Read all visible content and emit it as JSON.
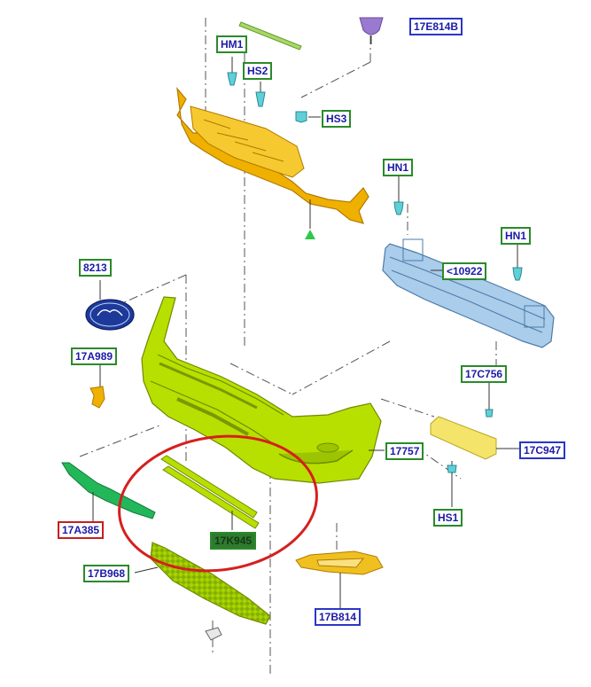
{
  "labels": {
    "hm1": "HM1",
    "hs2": "HS2",
    "e814b": "17E814B",
    "hs3": "HS3",
    "hn1_top": "HN1",
    "hn1_right": "HN1",
    "p8213": "8213",
    "p10922": "<10922",
    "a989": "17A989",
    "c756": "17C756",
    "p17757": "17757",
    "c947": "17C947",
    "a385": "17A385",
    "k945": "17K945",
    "hs1": "HS1",
    "b968": "17B968",
    "b814": "17B814"
  },
  "colors": {
    "bumper": "#b7e000",
    "absorber": "#f0b000",
    "reinforcement": "#a9cdea",
    "bracket": "#f5e46a",
    "fastener": "#5fd0d8",
    "trim_strip": "#22b85a",
    "highlight_ring": "#d61f1f"
  }
}
